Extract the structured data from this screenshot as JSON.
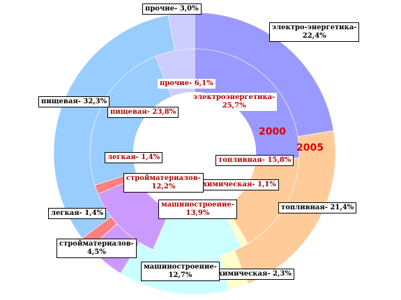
{
  "chart_data": {
    "type": "pie",
    "variant": "double-donut",
    "series": [
      {
        "name": "2005",
        "ring": "outer",
        "categories": [
          "электро-энергетика",
          "топливная",
          "химическая",
          "машиностроение",
          "стройматериалов",
          "легкая",
          "пищевая",
          "прочие"
        ],
        "label_texts": [
          "электро-энергетика-",
          "топливная-",
          "химическая-",
          "машиностроение-",
          "стройматериалов-",
          "легкая-",
          "пищевая-",
          "прочие-"
        ],
        "values": [
          22.4,
          21.4,
          2.3,
          12.7,
          4.5,
          1.4,
          32.3,
          3.0
        ],
        "display": [
          "22,4%",
          "21,4%",
          "2,3%",
          "12,7%",
          "4,5%",
          "1,4%",
          "32,3%",
          "3,0%"
        ]
      },
      {
        "name": "2000",
        "ring": "inner",
        "categories": [
          "электроэнергетика",
          "топливная",
          "химическая",
          "машиностроение",
          "стройматериалов",
          "легкая",
          "пищевая",
          "прочие"
        ],
        "label_texts": [
          "электроэнергетика-",
          "топливная-",
          "химическая-",
          "машиностроение-",
          "стройматериалов-",
          "легкая-",
          "пищевая-",
          "прочие-"
        ],
        "values": [
          25.7,
          15.8,
          1.1,
          13.9,
          12.2,
          1.4,
          23.8,
          6.1
        ],
        "display": [
          "25,7%",
          "15,8%",
          "1,1%",
          "13,9%",
          "12,2%",
          "1,4%",
          "23,8%",
          "6,1%"
        ]
      }
    ],
    "colors": [
      "#9999ff",
      "#ffcc99",
      "#ffffcc",
      "#ccffff",
      "#cc99ff",
      "#ff8080",
      "#99ccff",
      "#ccccff"
    ],
    "start_angle": "12 o'clock",
    "direction": "clockwise",
    "legend": "none"
  }
}
